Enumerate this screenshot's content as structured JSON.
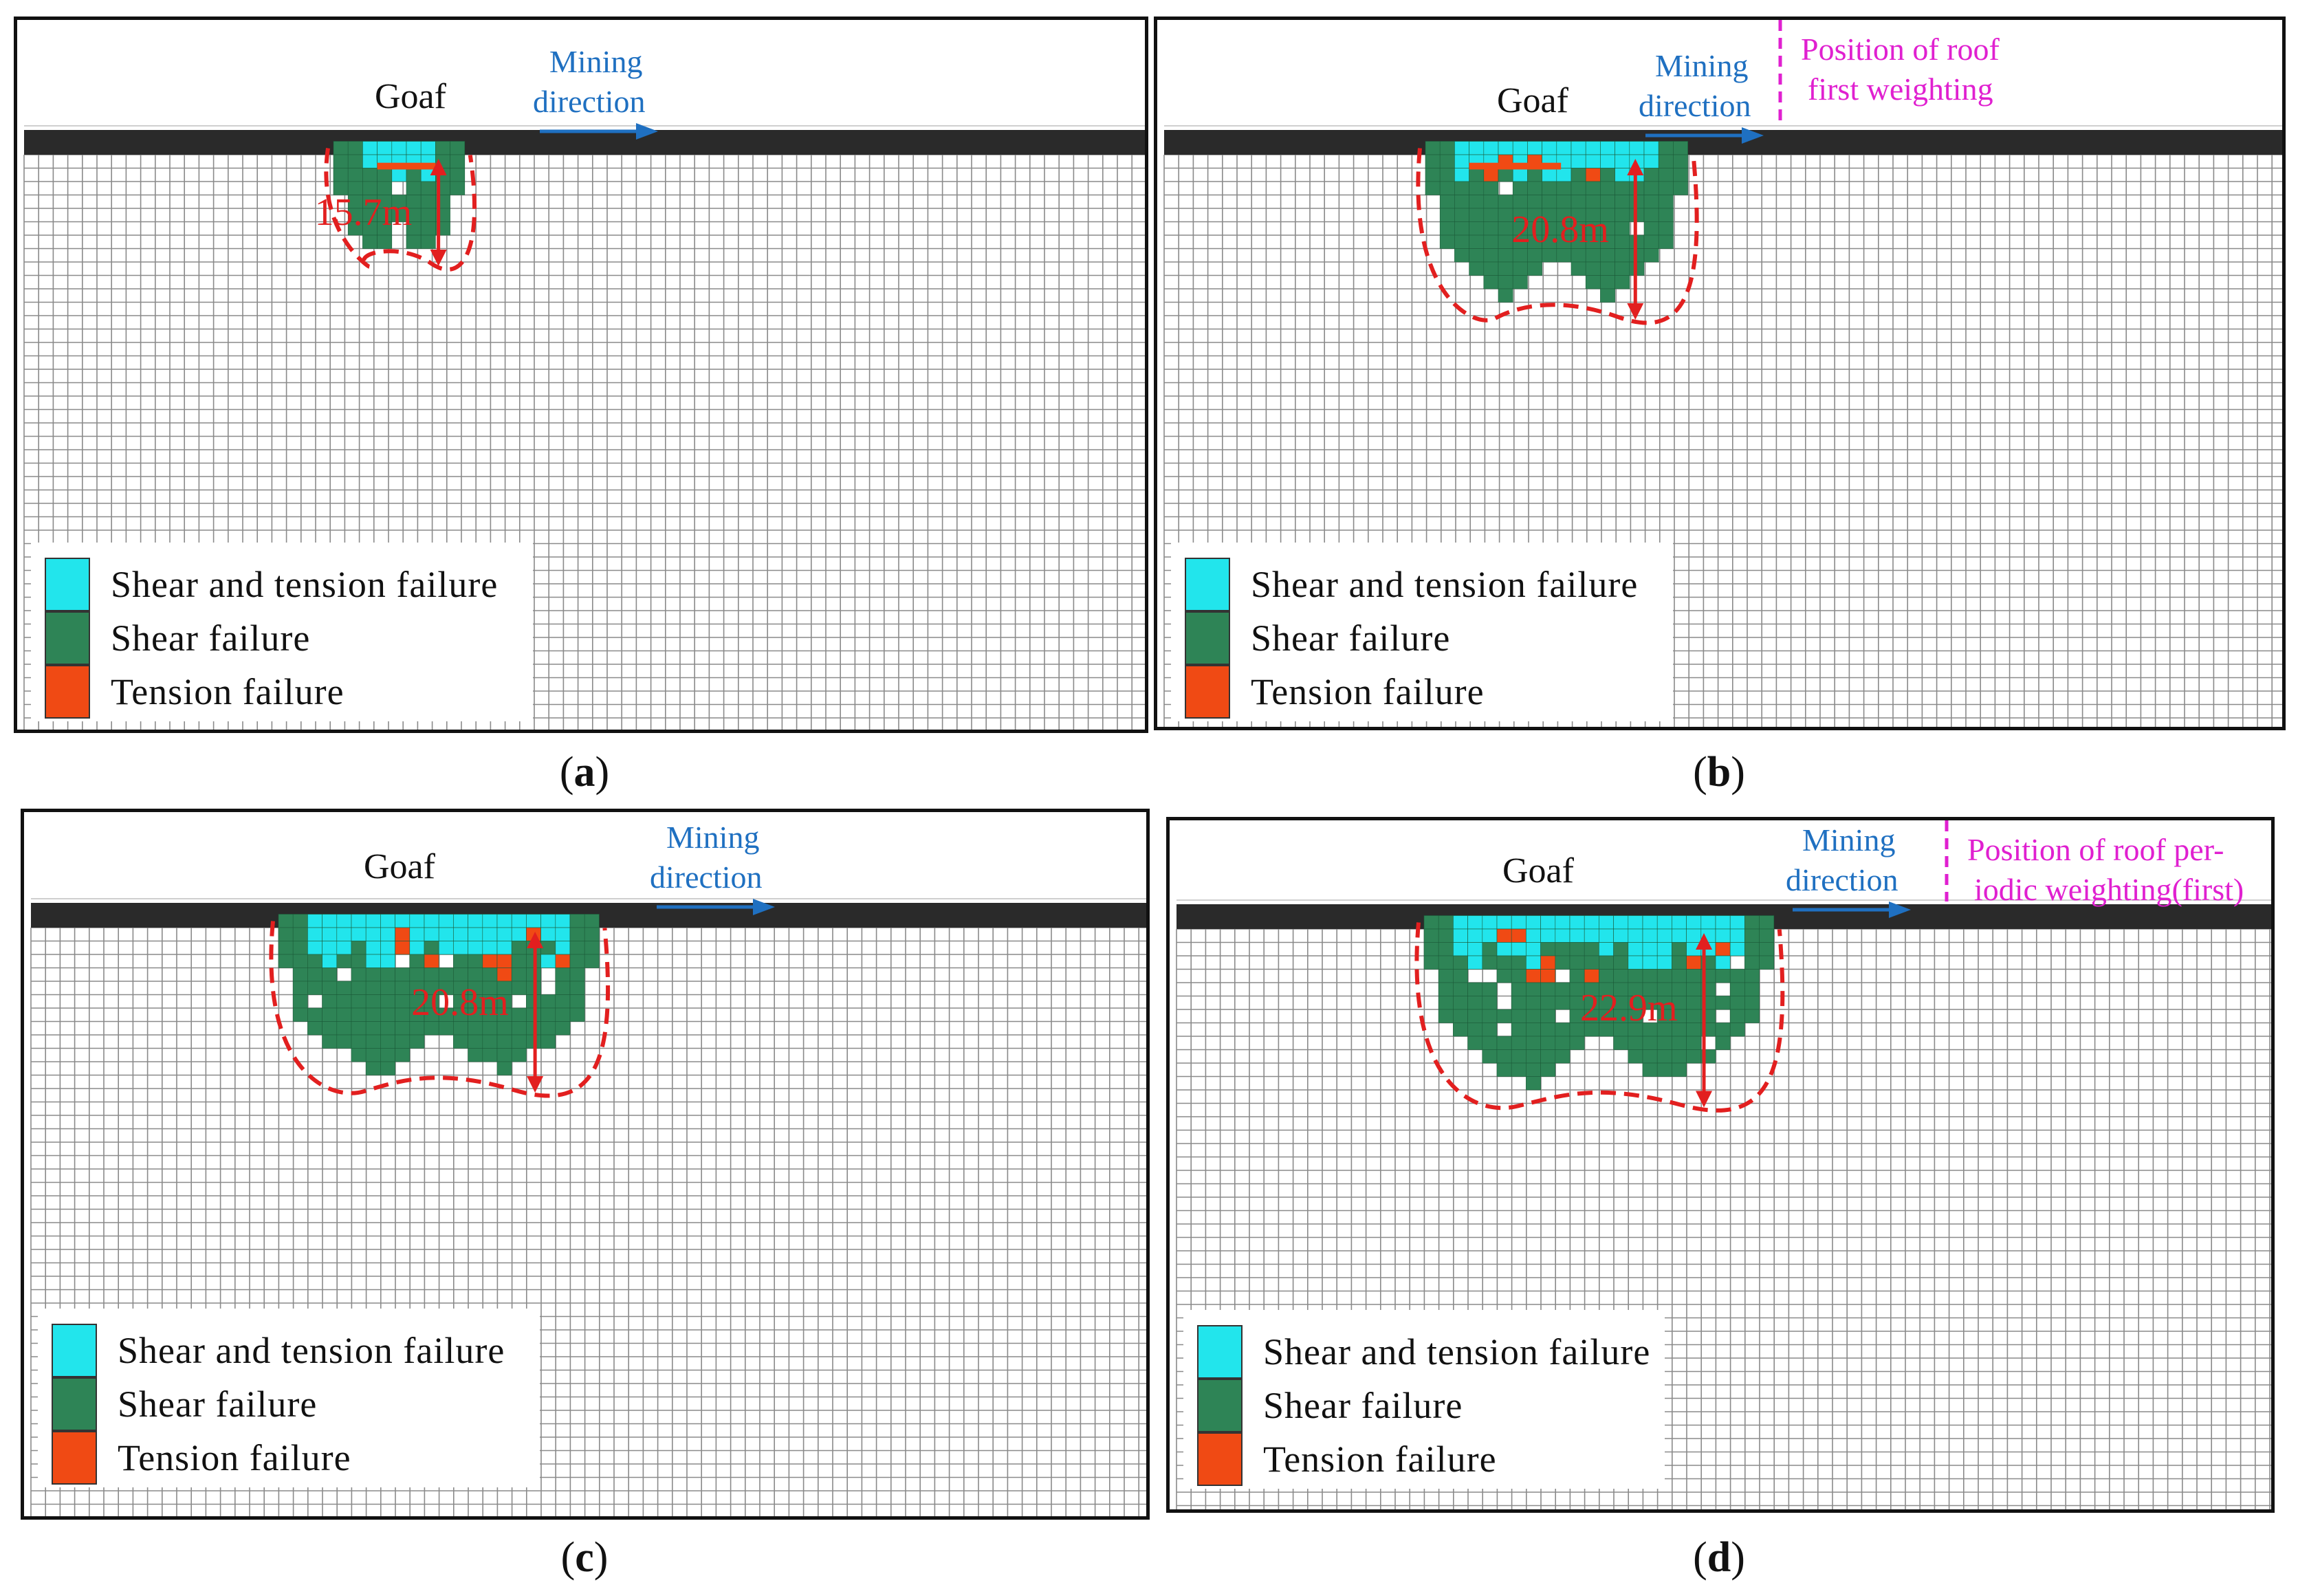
{
  "colors": {
    "shear_tension": "#22e5ec",
    "shear": "#2e8456",
    "tension": "#f04a14",
    "coal_seam": "#2a2a2a",
    "grid": "#8a8a8a",
    "boundary": "#e21f1f",
    "mining_arrow": "#1f70c1",
    "position_line": "#e020d0"
  },
  "legend": {
    "shear_tension": "Shear and tension  failure",
    "shear": "Shear failure",
    "tension": "Tension failure"
  },
  "panels": [
    {
      "id": "a",
      "caption": "a",
      "goaf_label": "Goaf",
      "mining_label_1": "Mining",
      "mining_label_2": "direction",
      "measurement": "15.7m",
      "zone": {
        "c0": 7,
        "c1": 16,
        "depth": 8
      }
    },
    {
      "id": "b",
      "caption": "b",
      "goaf_label": "Goaf",
      "mining_label_1": "Mining",
      "mining_label_2": "direction",
      "measurement": "20.8m",
      "position_label_1": "Position of roof",
      "position_label_2": "first weighting",
      "zone": {
        "c0": 6,
        "c1": 24,
        "depth": 12
      }
    },
    {
      "id": "c",
      "caption": "c",
      "goaf_label": "Goaf",
      "mining_label_1": "Mining",
      "mining_label_2": "direction",
      "measurement": "20.8m",
      "zone": {
        "c0": 6,
        "c1": 28,
        "depth": 12
      }
    },
    {
      "id": "d",
      "caption": "d",
      "goaf_label": "Goaf",
      "mining_label_1": "Mining",
      "mining_label_2": "direction",
      "measurement": "22.9m",
      "position_label_1": "Position of roof  per-",
      "position_label_2": "iodic weighting(first)",
      "zone": {
        "c0": 6,
        "c1": 30,
        "depth": 13
      }
    }
  ]
}
